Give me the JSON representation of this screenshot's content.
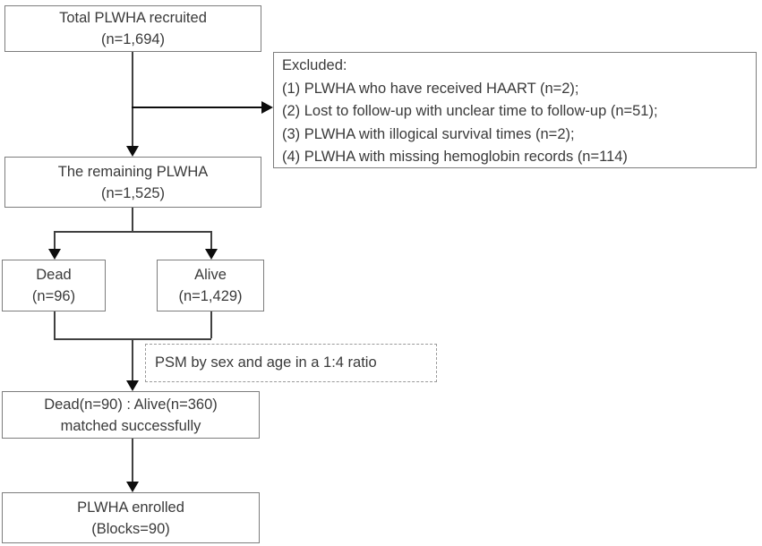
{
  "boxes": {
    "total": {
      "line1": "Total PLWHA recruited",
      "line2": "(n=1,694)"
    },
    "excluded": {
      "heading": "Excluded:",
      "items": [
        "(1) PLWHA who have received HAART (n=2);",
        "(2) Lost to follow-up with unclear time to follow-up (n=51);",
        "(3) PLWHA with illogical survival times (n=2);",
        "(4) PLWHA with missing hemoglobin records (n=114)"
      ]
    },
    "remaining": {
      "line1": "The remaining PLWHA",
      "line2": "(n=1,525)"
    },
    "dead": {
      "line1": "Dead",
      "line2": "(n=96)"
    },
    "alive": {
      "line1": "Alive",
      "line2": "(n=1,429)"
    },
    "psm": {
      "label": "PSM by sex and age in a 1:4 ratio"
    },
    "matched": {
      "line1": "Dead(n=90) : Alive(n=360)",
      "line2": "matched successfully"
    },
    "enrolled": {
      "line1": "PLWHA enrolled",
      "line2": "(Blocks=90)"
    }
  },
  "colors": {
    "box_border": "#7d7d7d",
    "dashed_border": "#9a9a9a",
    "text": "#3a3a3a",
    "arrow": "#0d0d0d",
    "background": "#ffffff"
  }
}
